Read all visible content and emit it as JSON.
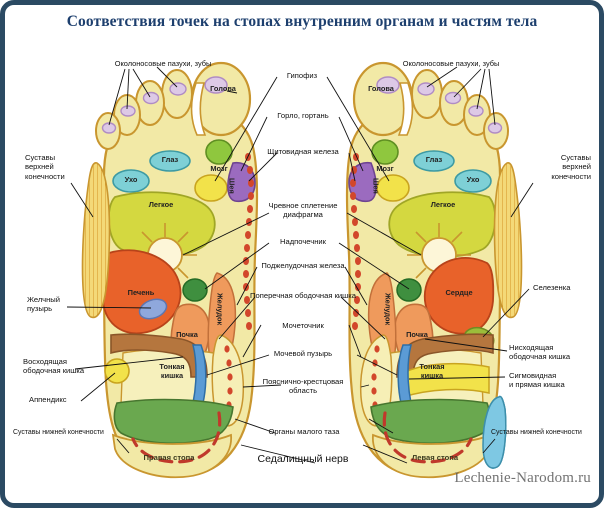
{
  "page": {
    "title": "Соответствия точек на стопах внутренним органам и частям тела",
    "watermark": "Lechenie-Narodom.ru"
  },
  "colors": {
    "frame_border": "#2b4a63",
    "title_text": "#1d3f6e",
    "foot_fill": "#f2e9a6",
    "foot_outline": "#c9962f",
    "lung": "#d4d840",
    "liver": "#e8622a",
    "heart": "#e8622a",
    "kidney": "#ef9a5c",
    "stomach": "#ef9a5c",
    "eye": "#7ed0d6",
    "ear": "#7ed0d6",
    "brain": "#8fc73e",
    "head_point": "#f2e24a",
    "neck_thyroid": "#9b6bbf",
    "sinus": "#ddc9e6",
    "gallbladder": "#8fa8dc",
    "spleen": "#9bbd3a",
    "appendix": "#f2e24a",
    "small_intestine": "#f2ecb0",
    "colon": "#b5763e",
    "sigmoid": "#f2e24a",
    "bladder": "#5b9bd5",
    "lumbar": "#f2e9a6",
    "pelvic": "#6aa84f",
    "joints_lower": "#7ec8e3",
    "joints_upper": "#e8b93a",
    "sciatic": "#c0392b",
    "solar_plexus": "#fdf6d8",
    "adrenal": "#3f8f3f"
  },
  "labels_left": [
    {
      "id": "joints-upper-left",
      "text": "Суставы\nверхней\nконечности"
    },
    {
      "id": "gallbladder-left",
      "text": "Желчный\nпузырь"
    },
    {
      "id": "ascending-colon-left",
      "text": "Восходящая\nободочная кишка"
    },
    {
      "id": "appendix-left",
      "text": "Аппендикс"
    },
    {
      "id": "joints-lower-left",
      "text": "Суставы нижней конечности"
    }
  ],
  "labels_right": [
    {
      "id": "joints-upper-right",
      "text": "Суставы\nверхней\nконечности"
    },
    {
      "id": "spleen-right",
      "text": "Селезенка"
    },
    {
      "id": "descending-colon-right",
      "text": "Нисходящая\nободочная кишка"
    },
    {
      "id": "sigmoid-rectum-right",
      "text": "Сигмовидная\nи прямая кишка"
    },
    {
      "id": "joints-lower-right",
      "text": "Суставы нижней конечности"
    }
  ],
  "labels_center": [
    {
      "id": "pituitary",
      "text": "Гипофиз"
    },
    {
      "id": "throat-larynx",
      "text": "Горло, гортань"
    },
    {
      "id": "thyroid",
      "text": "Щитовидная железа"
    },
    {
      "id": "solar-plexus-diaphragm",
      "text": "Чревное сплетение\nдиафрагма"
    },
    {
      "id": "adrenal",
      "text": "Надпочечник"
    },
    {
      "id": "pancreas",
      "text": "Поджелудочная железа"
    },
    {
      "id": "transverse-colon",
      "text": "Поперечная ободочная кишка"
    },
    {
      "id": "ureter",
      "text": "Мочеточник"
    },
    {
      "id": "bladder",
      "text": "Мочевой пузырь"
    },
    {
      "id": "lumbosacral",
      "text": "Пояснично-крестцовая\nобласть"
    },
    {
      "id": "pelvic-organs",
      "text": "Органы малого таза"
    },
    {
      "id": "sciatic-nerve",
      "text": "Седалищный нерв"
    }
  ],
  "labels_top": [
    {
      "id": "sinuses-teeth-left",
      "text": "Околоносовые пазухи, зубы"
    },
    {
      "id": "sinuses-teeth-right",
      "text": "Околоносовые пазухи, зубы"
    }
  ],
  "organs_left_foot": {
    "head": "Голова",
    "brain": "Мозг",
    "eye": "Глаз",
    "ear": "Ухо",
    "neck": "Шея",
    "lung": "Легкое",
    "liver": "Печень",
    "kidney": "Почка",
    "stomach": "Желудок",
    "small_intestine": "Тонкая\nкишка",
    "foot_name": "Правая  стопа"
  },
  "organs_right_foot": {
    "head": "Голова",
    "brain": "Мозг",
    "eye": "Глаз",
    "ear": "Ухо",
    "neck": "Шея",
    "lung": "Легкое",
    "heart": "Сердце",
    "kidney": "Почка",
    "stomach": "Желудок",
    "small_intestine": "Тонкая\nкишка",
    "foot_name": "Левая  стопа"
  }
}
